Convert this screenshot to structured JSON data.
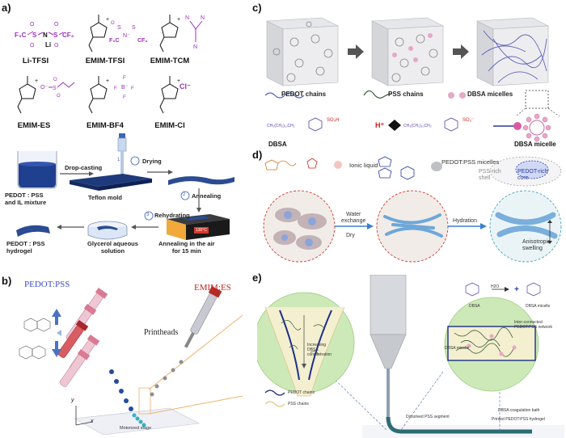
{
  "panel_a": {
    "label": "a)",
    "molecules": [
      {
        "name": "Li-TFSI",
        "formula_left": "F₃C",
        "formula_right": "CF₃",
        "cation": "Li"
      },
      {
        "name": "EMIM-TFSI"
      },
      {
        "name": "EMIM-TCM"
      },
      {
        "name": "EMIM-ES"
      },
      {
        "name": "EMIM-BF4"
      },
      {
        "name": "EMIM-Cl",
        "anion": "Cl⁻"
      }
    ],
    "process": {
      "drop_casting": "Drop-casting",
      "mixture": "PEDOT : PSS\nand IL mixture",
      "teflon": "Teflon mold",
      "step1": "1",
      "step1_label": "Drying",
      "step2": "2",
      "step2_label": "Annealing",
      "step3": "3",
      "step3_label": "Rehydrating",
      "hydrogel": "PEDOT : PSS\nhydrogel",
      "glycerol": "Glycerol aqueous\nsolution",
      "annealing_air": "Annealing in the air\nfor 15 min",
      "hotplate_display": "130°C"
    }
  },
  "panel_b": {
    "label": "b)",
    "pedot_pss": "PEDOT:PSS",
    "emim_es": "EMIM:ES",
    "printheads": "Printheads",
    "stage": "Motorized stage",
    "axis_y": "y",
    "axis_x": "x"
  },
  "panel_c": {
    "label": "c)",
    "pedot_chains": "PEDOT chains",
    "pss_chains": "PSS chains",
    "dbsa_micelles": "DBSA micelles",
    "dbsa": "DBSA",
    "dbsa_micelle": "DBSA micelle",
    "tail_formula": "CH₃(CH₂)₁₀CH₂",
    "h_plus": "H⁺"
  },
  "panel_d": {
    "label": "d)",
    "ionic_liquid": "Ionic liquid",
    "micelles": "PEDOT:PSS micelles",
    "pss_rich": "PSS-rich\nshell",
    "pedot_rich": "PEDOT-rich\ncore",
    "water_exchange": "Water\nexchange",
    "dry": "Dry",
    "hydration": "Hydration",
    "anisotropic": "Anisotropic\nswelling"
  },
  "panel_e": {
    "label": "e)",
    "h2o": "H2O",
    "dbsa": "DBSA",
    "dbsa_micelle": "DBSA micelle",
    "interconnected": "Inter-connected\nPEDOT:PSS network",
    "dbsa_micelle_left": "DBSA micelle",
    "increasing": "Increasing\nDBSA\nconcentration",
    "pedot_chains": "PEDOT chains",
    "pss_chains": "PSS chains",
    "dissolved_pss": "Dissolved PSS segment",
    "coag_bath": "DBSA coagulation bath",
    "printed": "Printed PEDOT:PSS hydrogel"
  },
  "colors": {
    "purple": "#9b30b8",
    "blue_pedot": "#3b4fd0",
    "red_emim": "#c8261e",
    "pink": "#e7a7c8",
    "green_circle": "#bfe3a9",
    "navy": "#1d2f86"
  }
}
